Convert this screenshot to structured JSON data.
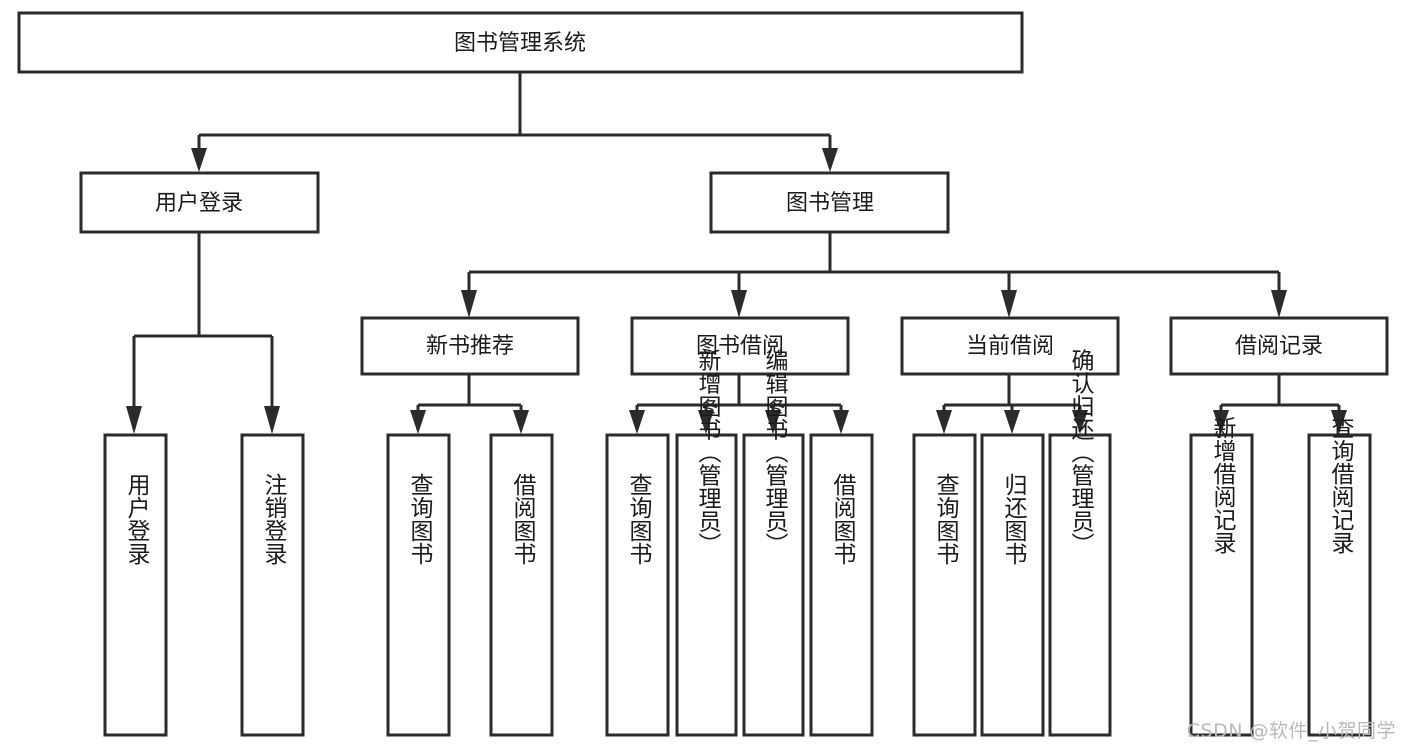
{
  "diagram": {
    "type": "tree-hierarchy",
    "title": "图书管理系统",
    "orientation": "top-down",
    "watermark": "CSDN @软件_小贺同学",
    "colors": {
      "box_fill": "#ffffff",
      "box_stroke": "#2b2b2b",
      "text": "#1b1b1b",
      "connector": "#2b2b2b",
      "watermark": "#b9b9b9",
      "background": "#ffffff"
    },
    "levels": [
      {
        "level": 0,
        "nodes": [
          {
            "id": "root",
            "label": "图书管理系统"
          }
        ]
      },
      {
        "level": 1,
        "nodes": [
          {
            "id": "user-login",
            "label": "用户登录",
            "parent": "root"
          },
          {
            "id": "book-manage",
            "label": "图书管理",
            "parent": "root"
          }
        ]
      },
      {
        "level": 2,
        "nodes": [
          {
            "id": "new-book-rec",
            "label": "新书推荐",
            "parent": "book-manage"
          },
          {
            "id": "book-borrow",
            "label": "图书借阅",
            "parent": "book-manage"
          },
          {
            "id": "current-borrow",
            "label": "当前借阅",
            "parent": "book-manage"
          },
          {
            "id": "borrow-record",
            "label": "借阅记录",
            "parent": "book-manage"
          }
        ]
      },
      {
        "level": 3,
        "nodes": [
          {
            "id": "leaf-user-login",
            "label": "用户登录",
            "parent": "user-login"
          },
          {
            "id": "leaf-user-logout",
            "label": "注销登录",
            "parent": "user-login"
          },
          {
            "id": "leaf-query-book-1",
            "label": "查询图书",
            "parent": "new-book-rec"
          },
          {
            "id": "leaf-borrow-book-1",
            "label": "借阅图书",
            "parent": "new-book-rec"
          },
          {
            "id": "leaf-query-book-2",
            "label": "查询图书",
            "parent": "book-borrow"
          },
          {
            "id": "leaf-add-book",
            "label": "新增图书（管理员）",
            "parent": "book-borrow"
          },
          {
            "id": "leaf-edit-book",
            "label": "编辑图书（管理员）",
            "parent": "book-borrow"
          },
          {
            "id": "leaf-borrow-book-2",
            "label": "借阅图书",
            "parent": "book-borrow"
          },
          {
            "id": "leaf-query-book-3",
            "label": "查询图书",
            "parent": "current-borrow"
          },
          {
            "id": "leaf-return-book",
            "label": "归还图书",
            "parent": "current-borrow"
          },
          {
            "id": "leaf-confirm-return",
            "label": "确认归还（管理员）",
            "parent": "current-borrow"
          },
          {
            "id": "leaf-add-record",
            "label": "新增借阅记录",
            "parent": "borrow-record"
          },
          {
            "id": "leaf-query-record",
            "label": "查询借阅记录",
            "parent": "borrow-record"
          }
        ]
      }
    ]
  }
}
